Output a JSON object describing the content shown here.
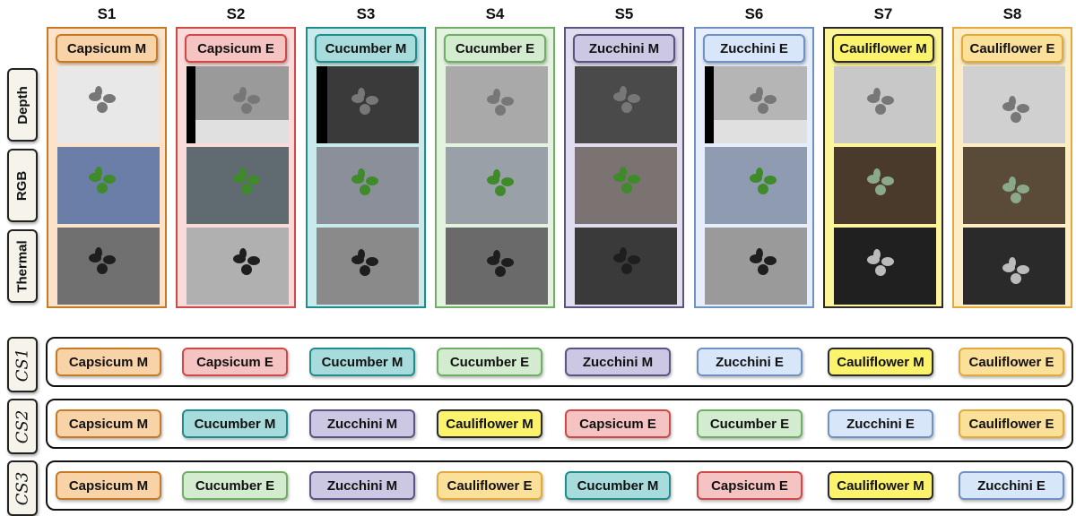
{
  "sensors": [
    {
      "id": "S1",
      "crop": "Capsicum M",
      "fill": "#f8d3a8",
      "border": "#c77a26",
      "colbg": "#fbe2c8"
    },
    {
      "id": "S2",
      "crop": "Capsicum E",
      "fill": "#f6c3c3",
      "border": "#d04848",
      "colbg": "#fbdada"
    },
    {
      "id": "S3",
      "crop": "Cucumber M",
      "fill": "#a8dcdc",
      "border": "#1f8d8d",
      "colbg": "#c9eaea"
    },
    {
      "id": "S4",
      "crop": "Cucumber E",
      "fill": "#d3ecd0",
      "border": "#6fae64",
      "colbg": "#e3f3df"
    },
    {
      "id": "S5",
      "crop": "Zucchini M",
      "fill": "#ccc7e2",
      "border": "#5a5384",
      "colbg": "#e1dcee"
    },
    {
      "id": "S6",
      "crop": "Zucchini E",
      "fill": "#d8e6fa",
      "border": "#6f92c4",
      "colbg": "#e6eefb"
    },
    {
      "id": "S7",
      "crop": "Cauliflower M",
      "fill": "#fbf36c",
      "border": "#2a2a2a",
      "colbg": "#fdf59a"
    },
    {
      "id": "S8",
      "crop": "Cauliflower E",
      "fill": "#fbe09a",
      "border": "#e2aa3c",
      "colbg": "#fcedc4"
    }
  ],
  "row_labels": [
    "Depth",
    "RGB",
    "Thermal"
  ],
  "crop_styles": {
    "Capsicum M": {
      "fill": "#f8d3a8",
      "border": "#c77a26"
    },
    "Capsicum E": {
      "fill": "#f6c3c3",
      "border": "#d04848"
    },
    "Cucumber M": {
      "fill": "#a8dcdc",
      "border": "#1f8d8d"
    },
    "Cucumber E": {
      "fill": "#d3ecd0",
      "border": "#6fae64"
    },
    "Zucchini M": {
      "fill": "#ccc7e2",
      "border": "#5a5384"
    },
    "Zucchini E": {
      "fill": "#d8e6fa",
      "border": "#6f92c4"
    },
    "Cauliflower M": {
      "fill": "#fbf36c",
      "border": "#2a2a2a"
    },
    "Cauliflower E": {
      "fill": "#fbe09a",
      "border": "#e2aa3c"
    }
  },
  "sequences": [
    {
      "label": "CS1",
      "items": [
        "Capsicum M",
        "Capsicum E",
        "Cucumber M",
        "Cucumber E",
        "Zucchini M",
        "Zucchini E",
        "Cauliflower M",
        "Cauliflower E"
      ]
    },
    {
      "label": "CS2",
      "items": [
        "Capsicum M",
        "Cucumber M",
        "Zucchini M",
        "Cauliflower M",
        "Capsicum E",
        "Cucumber E",
        "Zucchini E",
        "Cauliflower E"
      ]
    },
    {
      "label": "CS3",
      "items": [
        "Capsicum M",
        "Cucumber E",
        "Zucchini M",
        "Cauliflower E",
        "Cucumber M",
        "Capsicum E",
        "Cauliflower M",
        "Zucchini E"
      ]
    }
  ]
}
